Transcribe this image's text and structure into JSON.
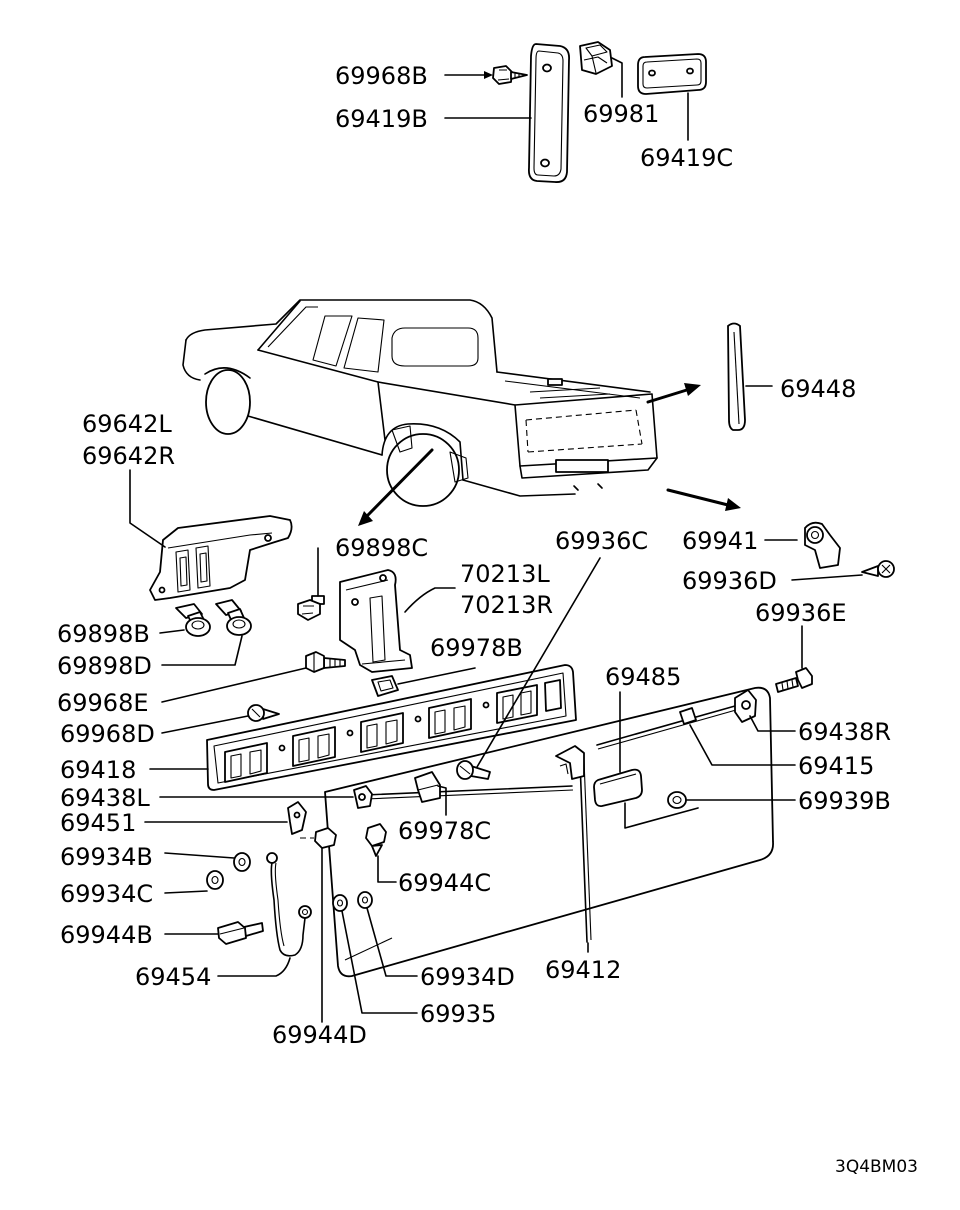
{
  "diagram": {
    "callouts": {
      "c69968b": "69968B",
      "c69419b": "69419B",
      "c69981": "69981",
      "c69419c": "69419C",
      "c69448": "69448",
      "c69642l": "69642L",
      "c69642r": "69642R",
      "c69898c": "69898C",
      "c69936c": "69936C",
      "c69941": "69941",
      "c70213l": "70213L",
      "c69936d": "69936D",
      "c70213r": "70213R",
      "c69936e": "69936E",
      "c69898b": "69898B",
      "c69978b": "69978B",
      "c69898d": "69898D",
      "c69485": "69485",
      "c69968e": "69968E",
      "c69968d": "69968D",
      "c69438r": "69438R",
      "c69418": "69418",
      "c69415": "69415",
      "c69438l": "69438L",
      "c69939b": "69939B",
      "c69451": "69451",
      "c69978c": "69978C",
      "c69934b": "69934B",
      "c69944c": "69944C",
      "c69934c": "69934C",
      "c69944b": "69944B",
      "c69454": "69454",
      "c69412": "69412",
      "c69934d": "69934D",
      "c69935": "69935",
      "c69944d": "69944D"
    },
    "drawing_code": "3Q4BM03"
  },
  "colors": {
    "ink": "#000000",
    "paper": "#ffffff"
  }
}
